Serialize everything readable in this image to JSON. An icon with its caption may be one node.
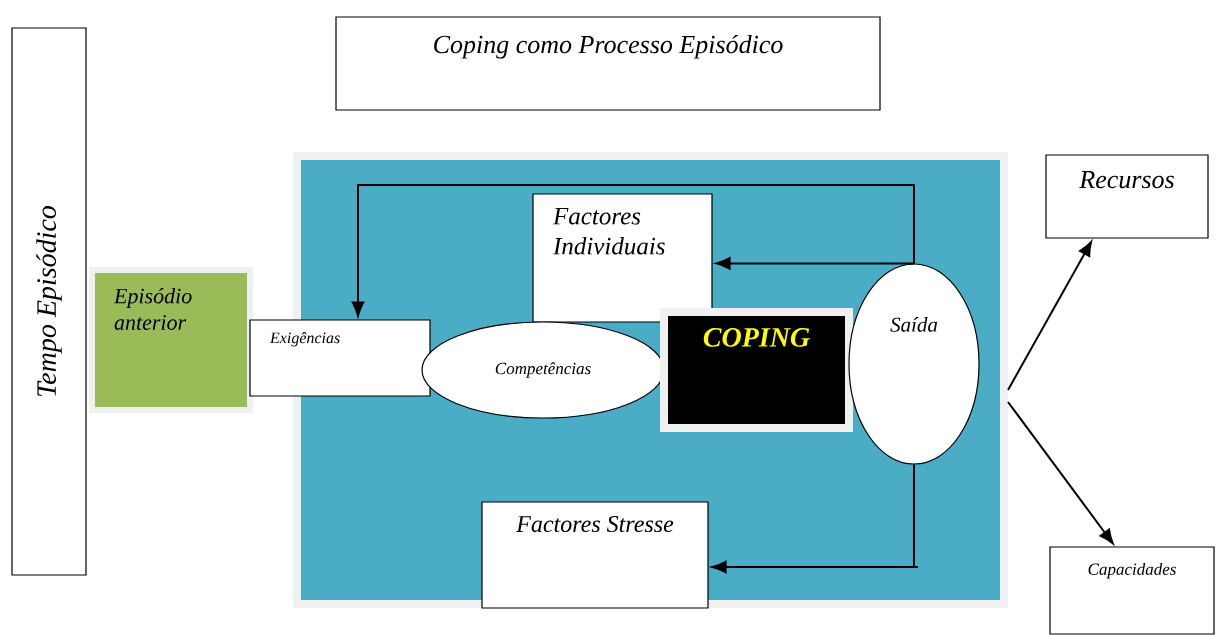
{
  "diagram": {
    "nodes": [
      {
        "text": [
          "Coping como Processo Episódico"
        ]
      },
      {
        "text": [
          "Tempo Episódico"
        ]
      },
      {
        "text": [],
        "shape": "box"
      },
      {
        "text": [
          "Episódio anterior"
        ]
      },
      {
        "text": [
          "Exigências"
        ]
      },
      {
        "text": [
          "Factores Individuais"
        ],
        "in": 2
      },
      {
        "text": [
          "Competências"
        ],
        "in": 2
      },
      {
        "text": [
          "COPING"
        ],
        "in": 2
      },
      {
        "text": [
          "Saída"
        ],
        "in": 2
      },
      {
        "text": [
          "Factores Stresse"
        ],
        "in": 2
      },
      {
        "text": [
          "Recursos"
        ]
      },
      {
        "text": [
          "Capacidades"
        ]
      }
    ],
    "edges": [
      {
        "from": 8,
        "to": 5,
        "arrow": "to"
      },
      {
        "from": 8,
        "to": 4,
        "arrow": "to"
      },
      {
        "from": 8,
        "to": 9,
        "arrow": "to"
      },
      {
        "from": 2,
        "to": 10,
        "arrow": "to"
      },
      {
        "from": 2,
        "to": 11,
        "arrow": "to"
      }
    ]
  }
}
